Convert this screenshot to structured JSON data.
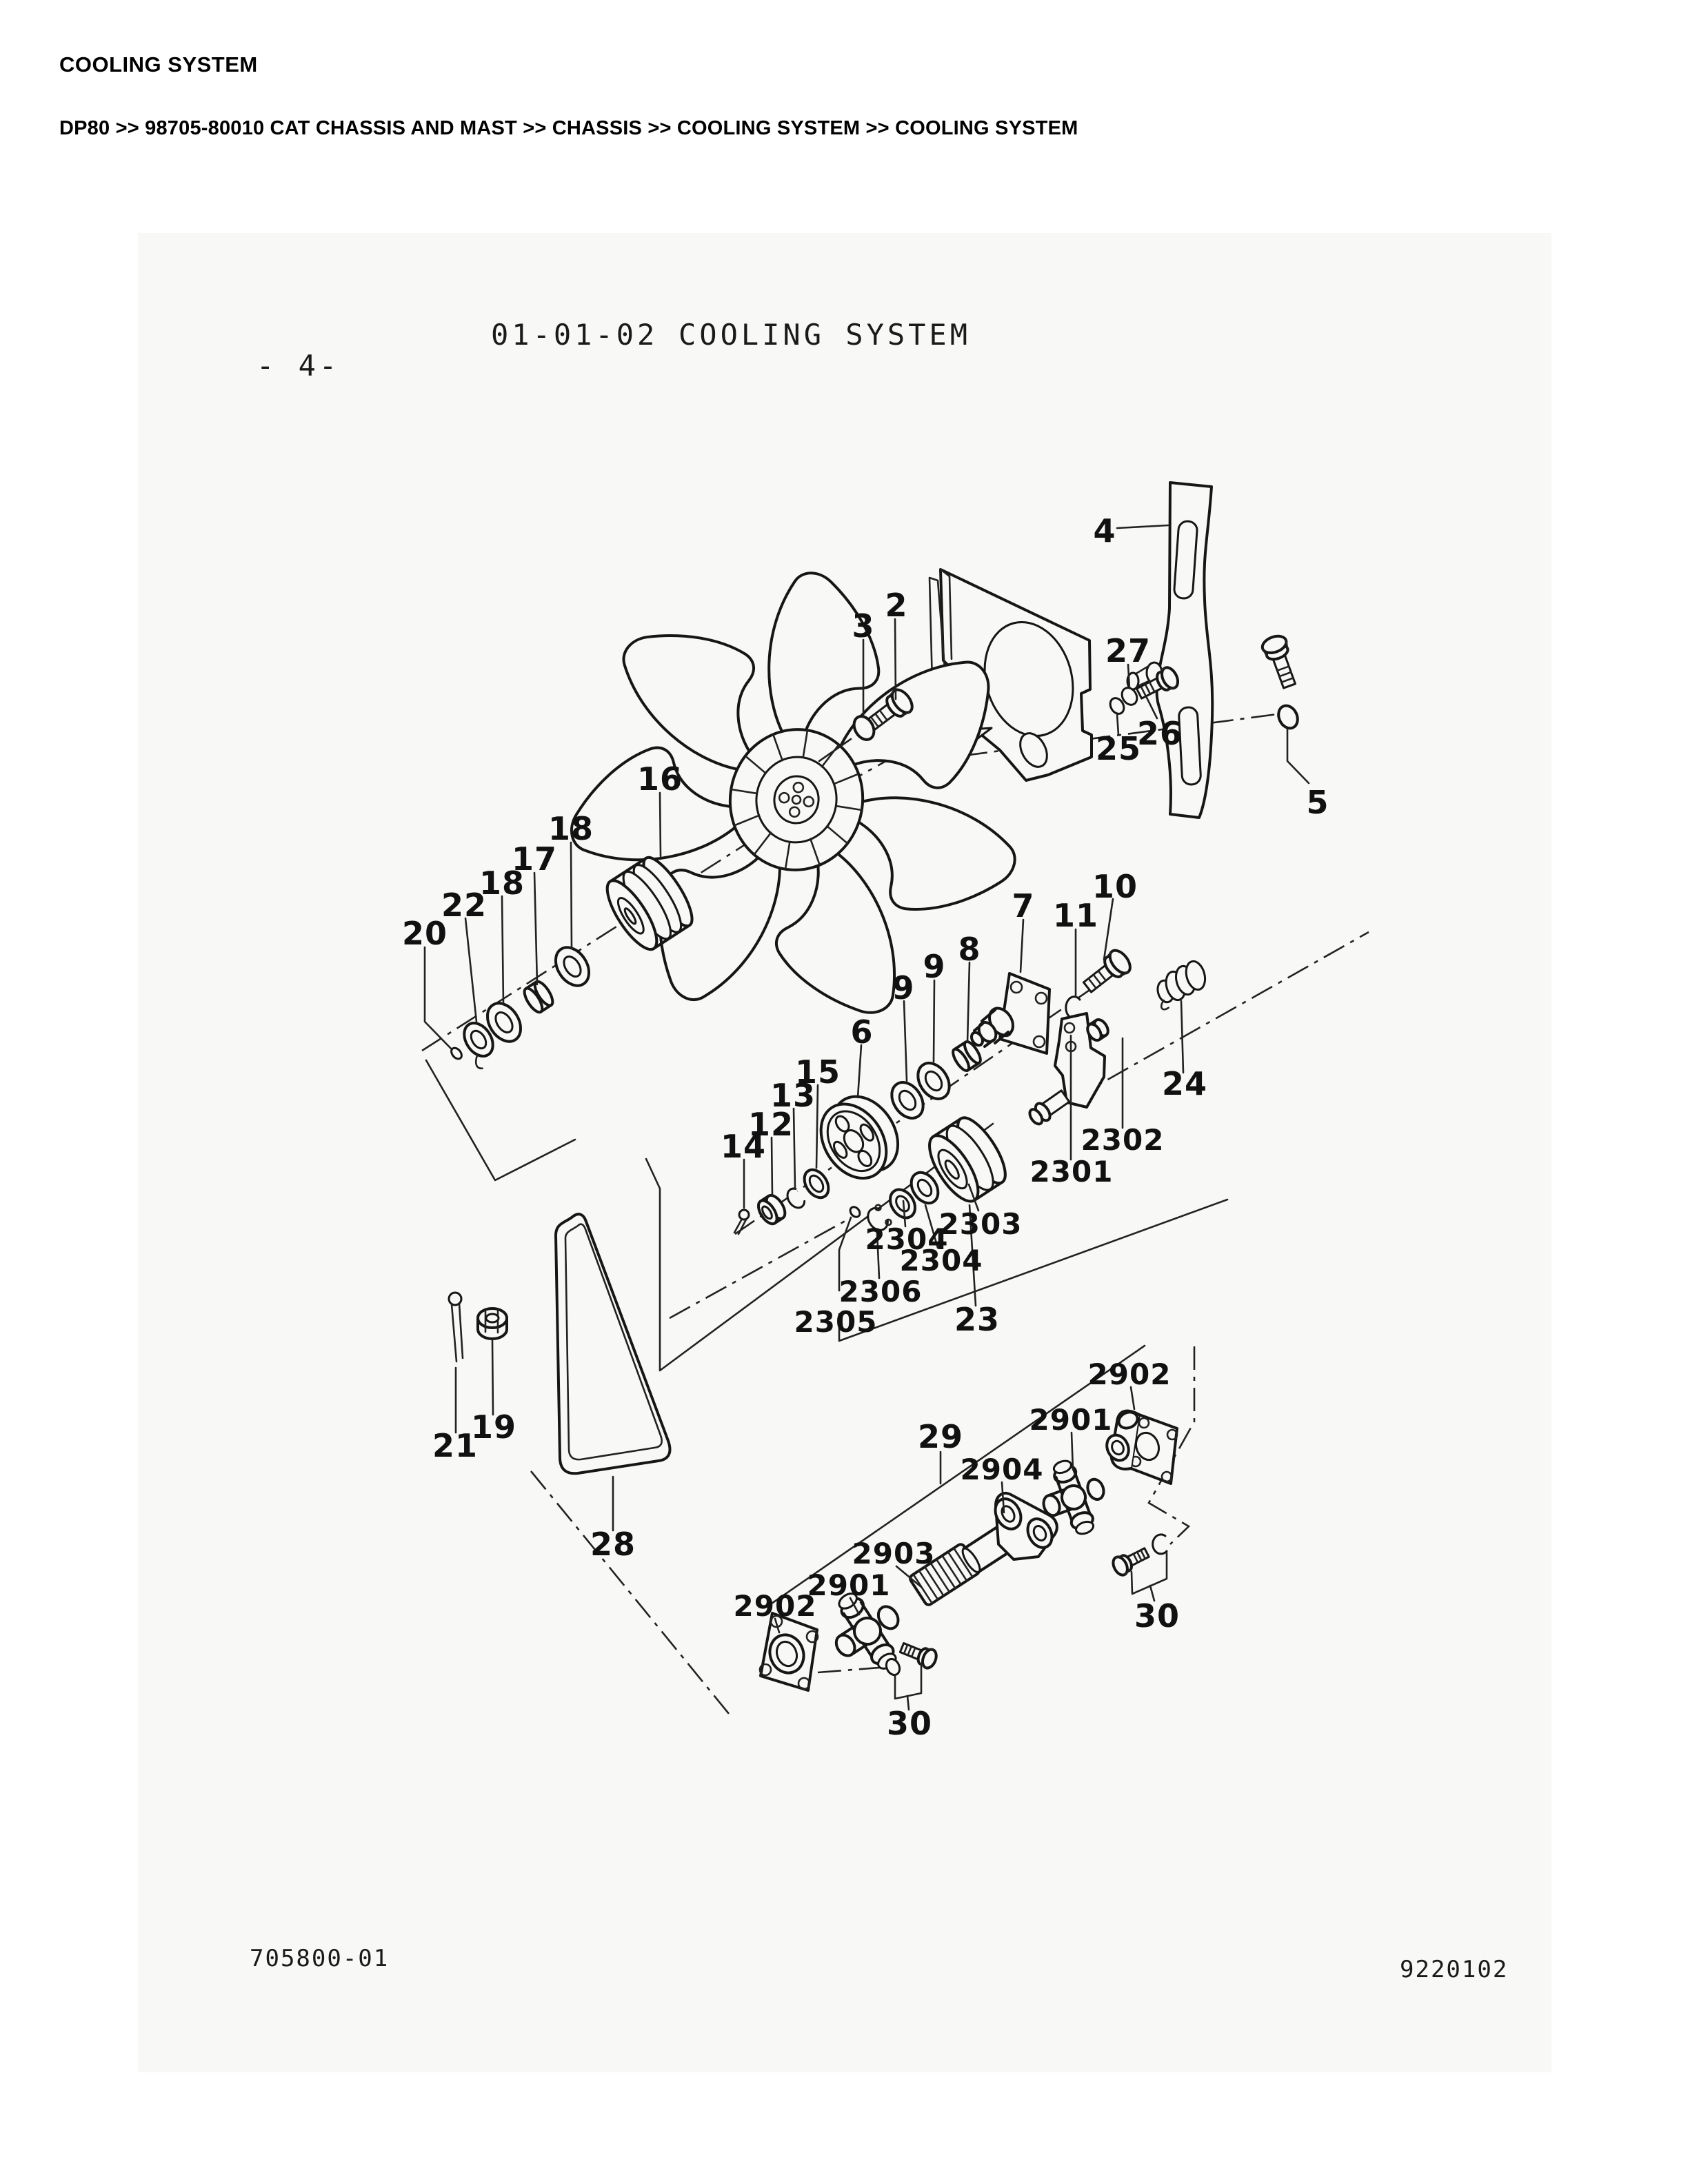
{
  "page": {
    "heading": "COOLING SYSTEM",
    "breadcrumb": "DP80 >> 98705-80010 CAT CHASSIS AND MAST >> CHASSIS >> COOLING SYSTEM >> COOLING SYSTEM"
  },
  "figure": {
    "section_code": "01-01-02",
    "title": "COOLING SYSTEM",
    "page_marker": "-  4-",
    "doc_number": "705800-01",
    "print_code": "9220102"
  },
  "callouts": [
    "4",
    "2",
    "3",
    "27",
    "26",
    "25",
    "5",
    "16",
    "18",
    "17",
    "18",
    "22",
    "20",
    "7",
    "11",
    "10",
    "8",
    "9",
    "9",
    "6",
    "15",
    "13",
    "12",
    "14",
    "24",
    "2302",
    "2301",
    "2303",
    "2304",
    "2304",
    "2306",
    "2305",
    "23",
    "28",
    "19",
    "21",
    "29",
    "2902",
    "2901",
    "2904",
    "2903",
    "2901",
    "2902",
    "30",
    "30"
  ]
}
